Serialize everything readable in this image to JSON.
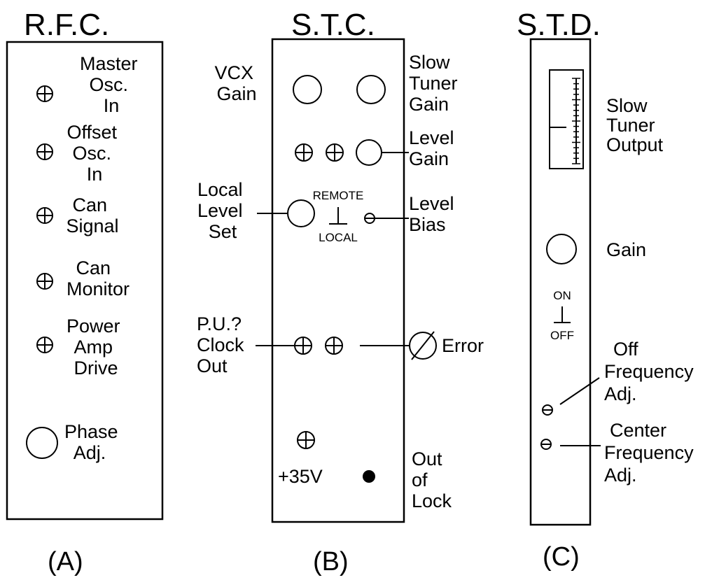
{
  "titles": {
    "a": "R.F.C.",
    "b": "S.T.C.",
    "c": "S.T.D."
  },
  "captions": {
    "a": "(A)",
    "b": "(B)",
    "c": "(C)"
  },
  "rfc": {
    "master": [
      "Master",
      "Osc.",
      "In"
    ],
    "offset": [
      "Offset",
      "Osc.",
      "In"
    ],
    "can_signal": [
      "Can",
      "Signal"
    ],
    "can_monitor": [
      "Can",
      "Monitor"
    ],
    "power_amp": [
      "Power",
      "Amp",
      "Drive"
    ],
    "phase": [
      "Phase",
      "Adj."
    ]
  },
  "stc": {
    "vcx": [
      "VCX",
      "Gain"
    ],
    "slow_tuner_gain": [
      "Slow",
      "Tuner",
      "Gain"
    ],
    "level_gain": [
      "Level",
      "Gain"
    ],
    "local_level_set": [
      "Local",
      "Level",
      "Set"
    ],
    "remote": "REMOTE",
    "local": "LOCAL",
    "level_bias": [
      "Level",
      "Bias"
    ],
    "pu_clock": [
      "P.U.?",
      "Clock",
      "Out"
    ],
    "error": "Error",
    "v35": "+35V",
    "out_of_lock": [
      "Out",
      "of",
      "Lock"
    ]
  },
  "std": {
    "slow_tuner_output": [
      "Slow",
      "Tuner",
      "Output"
    ],
    "gain": "Gain",
    "on": "ON",
    "off": "OFF",
    "off_freq": [
      "Off",
      "Frequency",
      "Adj."
    ],
    "center_freq": [
      "Center",
      "Frequency",
      "Adj."
    ]
  }
}
